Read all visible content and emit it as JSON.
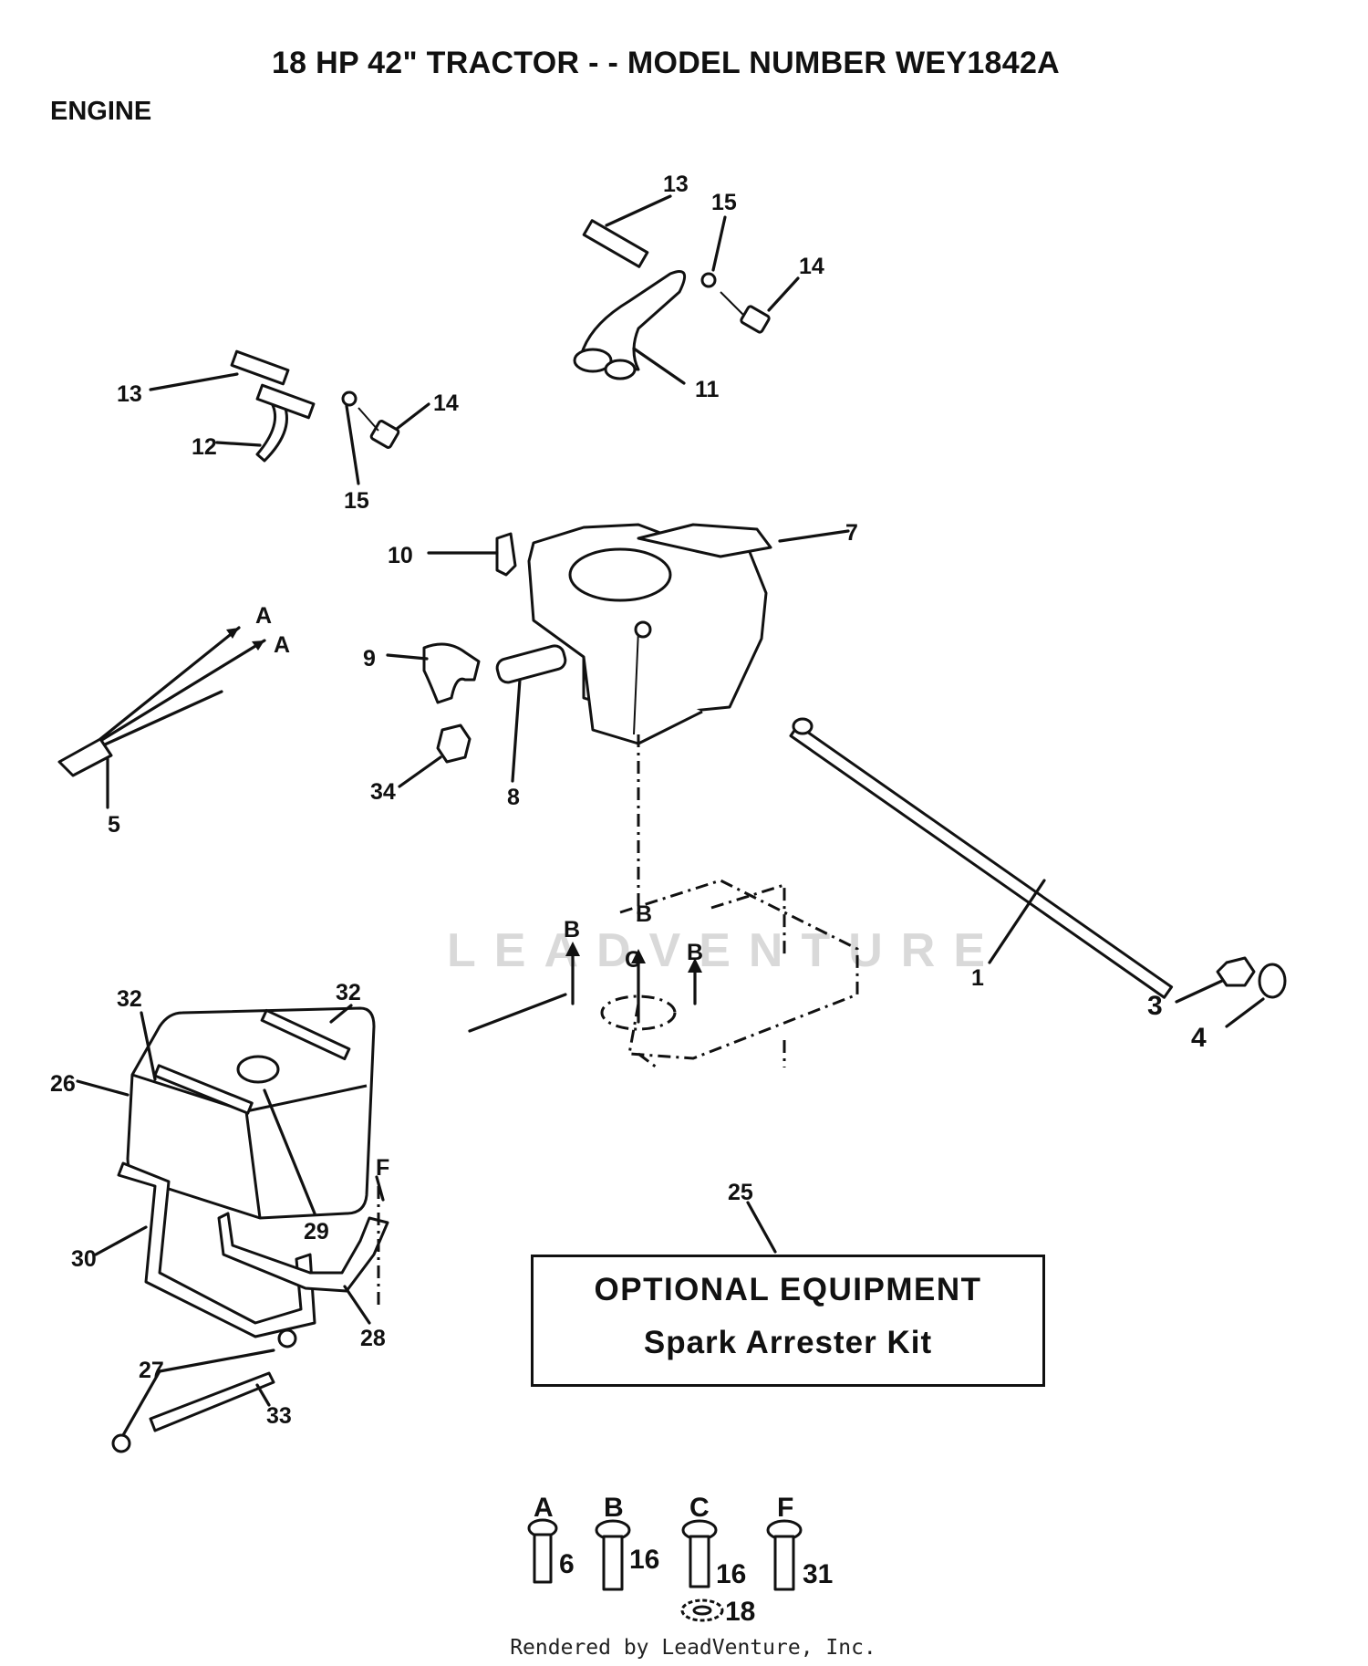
{
  "header": {
    "title": "18 HP 42\" TRACTOR - - MODEL NUMBER WEY1842A",
    "section": "ENGINE"
  },
  "callouts": {
    "c1": "1",
    "c3": "3",
    "c4": "4",
    "c5": "5",
    "c7": "7",
    "c8": "8",
    "c9": "9",
    "c10": "10",
    "c11": "11",
    "c12": "12",
    "c13a": "13",
    "c13b": "13",
    "c14a": "14",
    "c14b": "14",
    "c15a": "15",
    "c15b": "15",
    "c25": "25",
    "c26": "26",
    "c27": "27",
    "c28": "28",
    "c29": "29",
    "c30": "30",
    "c32a": "32",
    "c32b": "32",
    "c33": "33",
    "c34": "34"
  },
  "letters": {
    "a1": "A",
    "a2": "A",
    "b1": "B",
    "b2": "B",
    "b3": "B",
    "c": "C",
    "f": "F"
  },
  "optional_equipment": {
    "title": "OPTIONAL EQUIPMENT",
    "item": "Spark Arrester Kit"
  },
  "fastener_key": [
    {
      "letter": "A",
      "part": "6"
    },
    {
      "letter": "B",
      "part": "16"
    },
    {
      "letter": "C",
      "part": "16"
    },
    {
      "letter": "F",
      "part": "31"
    }
  ],
  "washer_part": "18",
  "watermark": "LEADVENTURE",
  "footer": "Rendered by LeadVenture, Inc."
}
